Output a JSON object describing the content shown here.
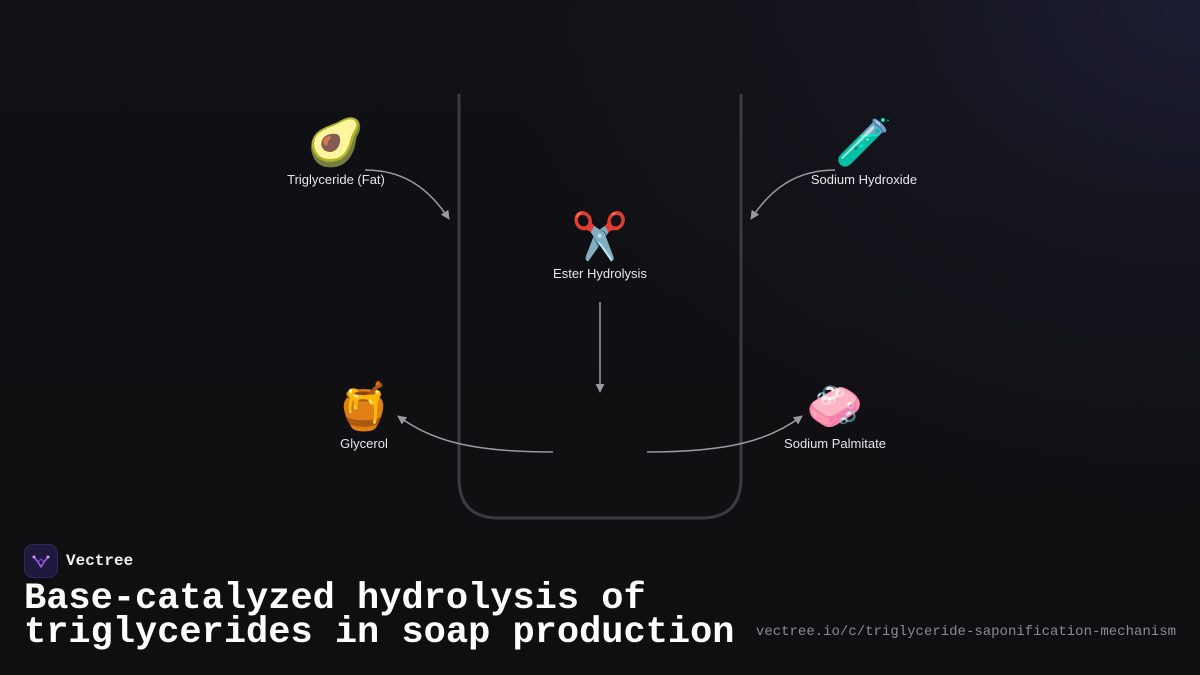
{
  "diagram": {
    "nodes": [
      {
        "id": "triglyceride",
        "label": "Triglyceride (Fat)",
        "icon": "avocado-icon",
        "glyph": "🥑"
      },
      {
        "id": "sodium-hydroxide",
        "label": "Sodium Hydroxide",
        "icon": "test-tube-icon",
        "glyph": "🧪"
      },
      {
        "id": "ester-hydrolysis",
        "label": "Ester Hydrolysis",
        "icon": "scissors-icon",
        "glyph": "✂️"
      },
      {
        "id": "glycerol",
        "label": "Glycerol",
        "icon": "honey-pot-icon",
        "glyph": "🍯"
      },
      {
        "id": "sodium-palmitate",
        "label": "Sodium Palmitate",
        "icon": "soap-icon",
        "glyph": "🧼"
      }
    ],
    "edges": [
      {
        "from": "triglyceride",
        "to": "ester-hydrolysis"
      },
      {
        "from": "sodium-hydroxide",
        "to": "ester-hydrolysis"
      },
      {
        "from": "ester-hydrolysis",
        "to": "glycerol"
      },
      {
        "from": "ester-hydrolysis",
        "to": "sodium-palmitate"
      }
    ],
    "colors": {
      "arrow": "#9a9aa0",
      "vessel": "#3a3a40",
      "label": "#e6e6ea"
    }
  },
  "footer": {
    "brand_name": "Vectree",
    "brand_icon": "vectree-logo-icon",
    "title": "Base-catalyzed hydrolysis of triglycerides in soap production",
    "url": "vectree.io/c/triglyceride-saponification-mechanism"
  }
}
